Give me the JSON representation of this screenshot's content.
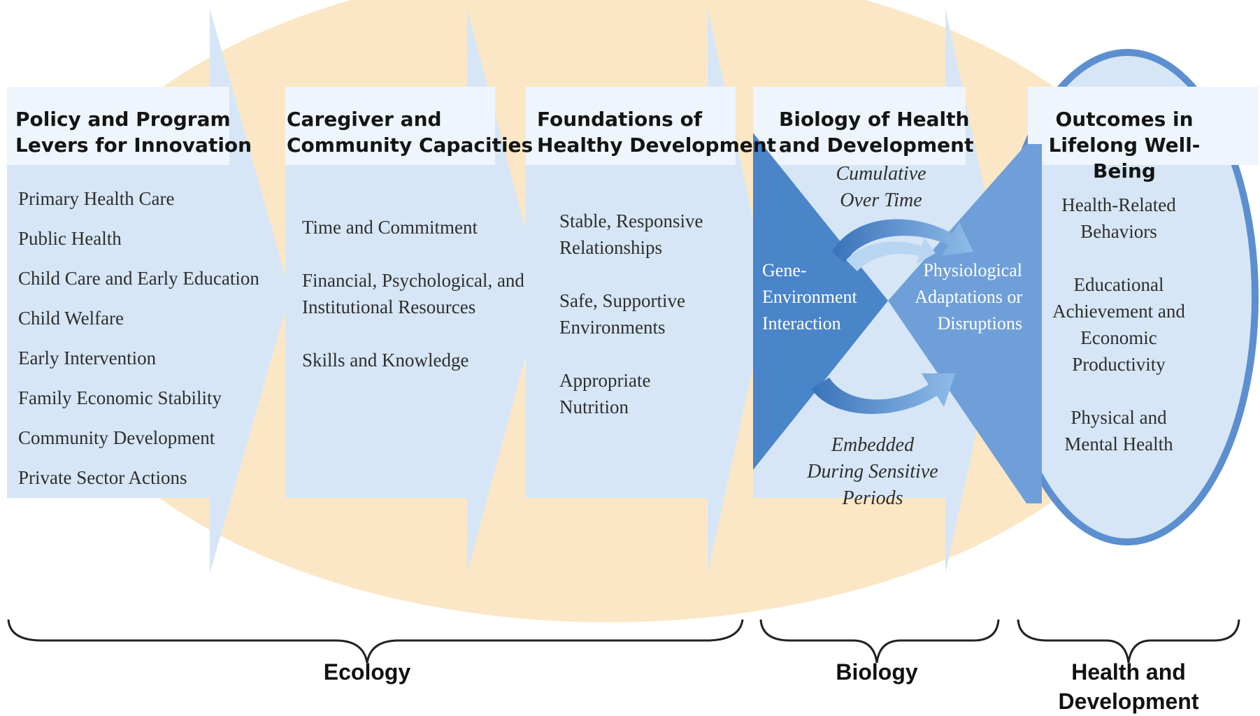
{
  "columns": [
    {
      "title_lines": [
        "Policy and Program",
        "Levers for Innovation"
      ],
      "items": [
        "Primary Health Care",
        "Public Health",
        "Child Care and Early Education",
        "Child Welfare",
        "Early Intervention",
        "Family Economic Stability",
        "Community Development",
        "Private Sector Actions"
      ]
    },
    {
      "title_lines": [
        "Caregiver and",
        "Community Capacities"
      ],
      "items": [
        "Time and Commitment",
        "Financial, Psychological, and Institutional Resources",
        "Skills and Knowledge"
      ]
    },
    {
      "title_lines": [
        "Foundations of",
        "Healthy Development"
      ],
      "items": [
        "Stable, Responsive Relationships",
        "Safe, Supportive Environments",
        "Appropriate Nutrition"
      ]
    },
    {
      "title_lines": [
        "Biology of Health",
        "and Development"
      ],
      "left_label": "Gene-Environment Interaction",
      "right_label": "Physiological Adaptations or Disruptions",
      "top_label": "Cumulative Over Time",
      "bottom_label": "Embedded During Sensitive Periods"
    },
    {
      "title_lines": [
        "Outcomes in",
        "Lifelong Well-Being"
      ],
      "items": [
        "Health-Related Behaviors",
        "Educational Achievement and Economic Productivity",
        "Physical and Mental Health"
      ]
    }
  ],
  "groups": {
    "ecology": "Ecology",
    "biology": "Biology",
    "health_dev": "Health and Development"
  },
  "colors": {
    "background_ellipse": "#fbe7c6",
    "panel": "#d6e6f6",
    "header_band": "#eef5fc",
    "dark_blue": "#4a84c9",
    "mid_blue": "#6f9fd8",
    "outline_blue": "#5b8fd0"
  }
}
